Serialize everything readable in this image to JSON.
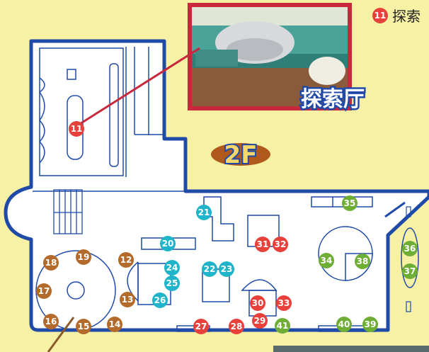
{
  "colors": {
    "background": "#f7f1a6",
    "floor_fill": "#ffffff",
    "wall": "#1f4aa8",
    "marker_red": "#e8403a",
    "marker_cyan": "#1fb4c9",
    "marker_brown": "#b36a2a",
    "marker_green": "#6fae35",
    "floor_badge": "#b0591c",
    "hall_label_stroke": "#1f4aa8",
    "leader_line": "#c8283c"
  },
  "floor_badge": {
    "label": "2F"
  },
  "hall_label": {
    "text": "探索厅"
  },
  "legend": {
    "marker_number": "11",
    "text": "探索"
  },
  "markers": [
    {
      "id": "11",
      "color": "red"
    },
    {
      "id": "12",
      "color": "brown"
    },
    {
      "id": "13",
      "color": "brown"
    },
    {
      "id": "14",
      "color": "brown"
    },
    {
      "id": "15",
      "color": "brown"
    },
    {
      "id": "16",
      "color": "brown"
    },
    {
      "id": "17",
      "color": "brown"
    },
    {
      "id": "18",
      "color": "brown"
    },
    {
      "id": "19",
      "color": "brown"
    },
    {
      "id": "20",
      "color": "cyan"
    },
    {
      "id": "21",
      "color": "cyan"
    },
    {
      "id": "22",
      "color": "cyan"
    },
    {
      "id": "23",
      "color": "cyan"
    },
    {
      "id": "24",
      "color": "cyan"
    },
    {
      "id": "25",
      "color": "cyan"
    },
    {
      "id": "26",
      "color": "cyan"
    },
    {
      "id": "27",
      "color": "red"
    },
    {
      "id": "28",
      "color": "red"
    },
    {
      "id": "29",
      "color": "red"
    },
    {
      "id": "30",
      "color": "red"
    },
    {
      "id": "31",
      "color": "red"
    },
    {
      "id": "32",
      "color": "red"
    },
    {
      "id": "33",
      "color": "red"
    },
    {
      "id": "34",
      "color": "green"
    },
    {
      "id": "35",
      "color": "green"
    },
    {
      "id": "36",
      "color": "green"
    },
    {
      "id": "37",
      "color": "green"
    },
    {
      "id": "38",
      "color": "green"
    },
    {
      "id": "39",
      "color": "green"
    },
    {
      "id": "40",
      "color": "green"
    },
    {
      "id": "41",
      "color": "green"
    }
  ]
}
